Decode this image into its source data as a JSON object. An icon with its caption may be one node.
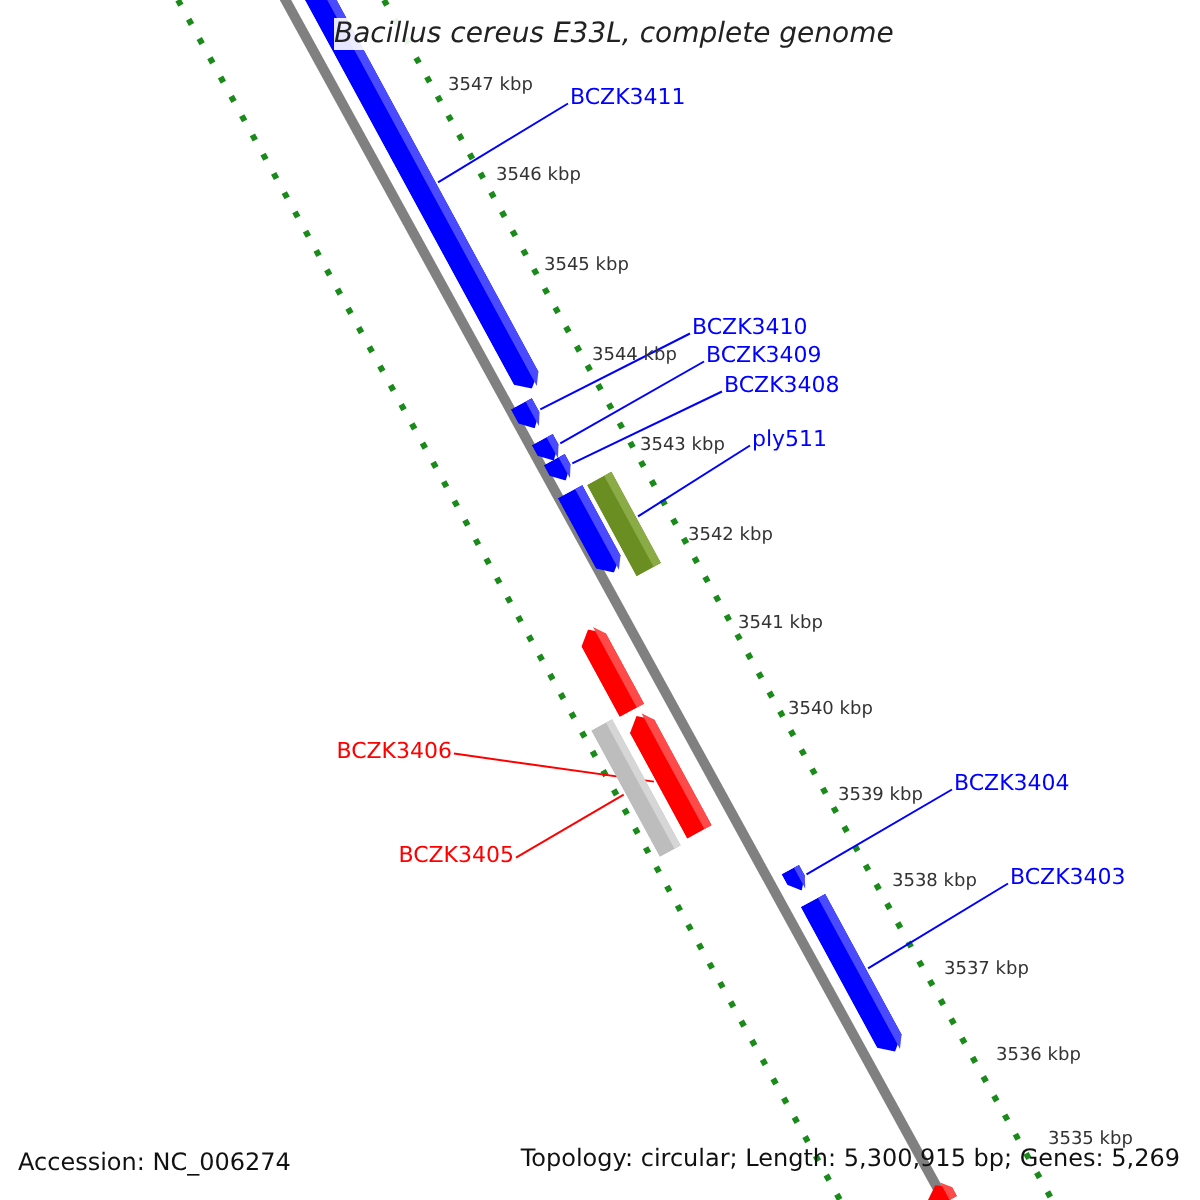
{
  "diagram": {
    "title": "Bacillus cereus E33L, complete genome",
    "nodes": [
      {
        "text": [
          "BCZK3411"
        ]
      },
      {
        "text": [],
        "shape": "bar"
      },
      {
        "text": [
          "BCZK3410"
        ]
      },
      {
        "text": [],
        "shape": "bar"
      },
      {
        "text": [
          "BCZK3409"
        ]
      },
      {
        "text": [],
        "shape": "bar"
      },
      {
        "text": [
          "BCZK3408"
        ]
      },
      {
        "text": [],
        "shape": "bar"
      },
      {
        "text": [
          "ply511"
        ]
      },
      {
        "text": [],
        "shape": "bar"
      },
      {
        "text": [],
        "shape": "bar"
      },
      {
        "text": [],
        "shape": "bar"
      },
      {
        "text": [
          "BCZK3406"
        ]
      },
      {
        "text": [],
        "shape": "bar"
      },
      {
        "text": [
          "BCZK3405"
        ]
      },
      {
        "text": [],
        "shape": "bar"
      },
      {
        "text": [
          "BCZK3404"
        ]
      },
      {
        "text": [],
        "shape": "bar"
      },
      {
        "text": [
          "BCZK3403"
        ]
      },
      {
        "text": [],
        "shape": "bar"
      },
      {
        "text": [],
        "shape": "bar"
      }
    ],
    "edges": [
      {
        "from": 0,
        "to": 1,
        "arrow": "none"
      },
      {
        "from": 2,
        "to": 3,
        "arrow": "none"
      },
      {
        "from": 4,
        "to": 5,
        "arrow": "none"
      },
      {
        "from": 6,
        "to": 7,
        "arrow": "none"
      },
      {
        "from": 8,
        "to": 10,
        "arrow": "none"
      },
      {
        "from": 12,
        "to": 13,
        "arrow": "none",
        "color": "#ff0000"
      },
      {
        "from": 14,
        "to": 15,
        "arrow": "none",
        "color": "#ff0000"
      },
      {
        "from": 16,
        "to": 17,
        "arrow": "none"
      },
      {
        "from": 18,
        "to": 19,
        "arrow": "none"
      }
    ],
    "labels": [
      "3547 kbp",
      "3546 kbp",
      "3545 kbp",
      "3544 kbp",
      "3543 kbp",
      "3542 kbp",
      "3541 kbp",
      "3540 kbp",
      "3539 kbp",
      "3538 kbp",
      "3537 kbp",
      "3536 kbp",
      "3535 kbp",
      "Accession: NC_006274",
      "Topology: circular; Length: 5,300,915 bp; Genes: 5,269"
    ]
  }
}
